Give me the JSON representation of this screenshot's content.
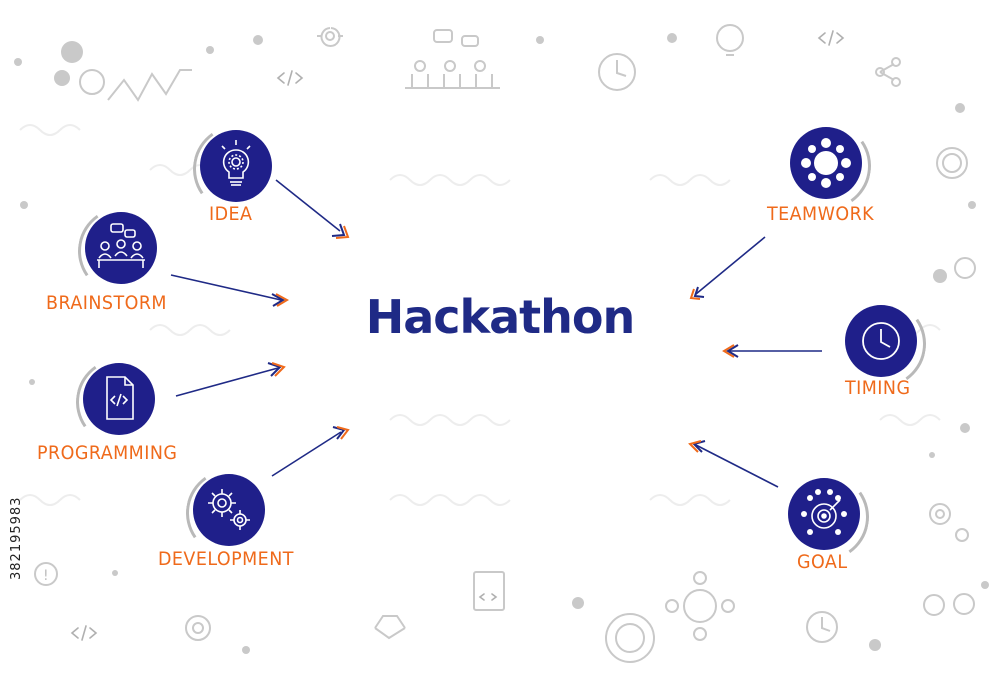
{
  "title": "Hackathon",
  "colors": {
    "primary": "#1f1f8a",
    "accent": "#ef6a1b",
    "decor": "#c9c9c9"
  },
  "left_items": [
    {
      "label": "IDEA",
      "icon": "lightbulb-gear-icon"
    },
    {
      "label": "BRAINSTORM",
      "icon": "meeting-people-icon"
    },
    {
      "label": "PROGRAMMING",
      "icon": "code-file-icon"
    },
    {
      "label": "DEVELOPMENT",
      "icon": "gears-icon"
    }
  ],
  "right_items": [
    {
      "label": "TEAMWORK",
      "icon": "team-table-icon"
    },
    {
      "label": "TIMING",
      "icon": "clock-icon"
    },
    {
      "label": "GOAL",
      "icon": "target-people-icon"
    }
  ],
  "side_text": "382195983"
}
